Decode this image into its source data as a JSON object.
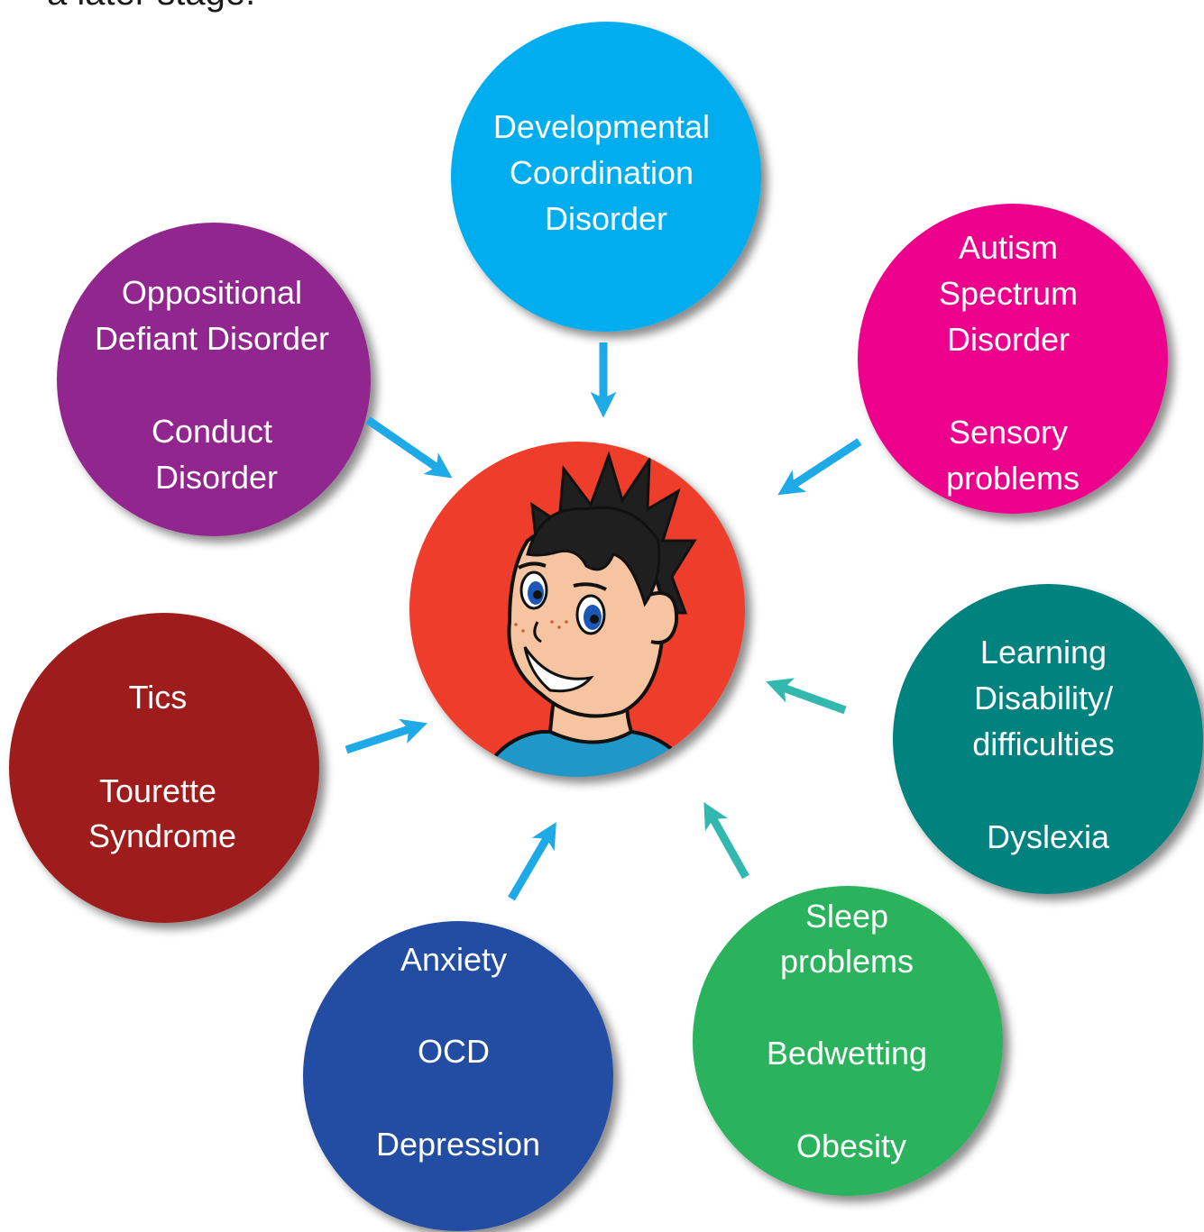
{
  "top_text": "a later stage.",
  "center": {
    "color": "#ee3e2b",
    "icon": "boy-face-icon"
  },
  "arrow_colors": {
    "blue": "#1eaae7",
    "teal": "#33b8b0"
  },
  "nodes": [
    {
      "id": "dcd",
      "color": "#00aeef",
      "lines": [
        "Developmental",
        "Coordination",
        "Disorder"
      ]
    },
    {
      "id": "asd",
      "color": "#ec008c",
      "lines": [
        "Autism",
        "Spectrum",
        "Disorder",
        "",
        "Sensory",
        "problems"
      ]
    },
    {
      "id": "odd",
      "color": "#92278f",
      "lines": [
        "Oppositional",
        "Defiant Disorder",
        "",
        "Conduct",
        "Disorder"
      ]
    },
    {
      "id": "tics",
      "color": "#9e1f1f",
      "lines": [
        "Tics",
        "",
        "Tourette",
        "Syndrome"
      ]
    },
    {
      "id": "ld",
      "color": "#00827f",
      "lines": [
        "Learning",
        "Disability/",
        "difficulties",
        "",
        "Dyslexia"
      ]
    },
    {
      "id": "anx",
      "color": "#214ea2",
      "lines": [
        "Anxiety",
        "",
        "OCD",
        "",
        "Depression"
      ]
    },
    {
      "id": "sleep",
      "color": "#2bb35b",
      "lines": [
        "Sleep",
        "problems",
        "",
        "Bedwetting",
        "",
        "Obesity"
      ]
    }
  ]
}
